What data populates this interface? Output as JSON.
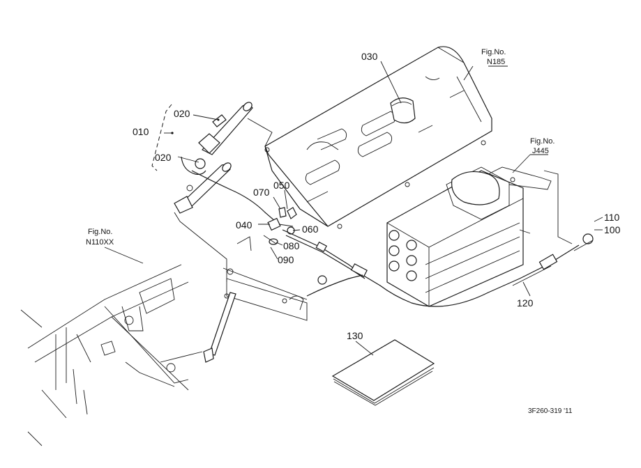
{
  "callouts": {
    "c010": "010",
    "c020a": "020",
    "c020b": "020",
    "c030": "030",
    "c040": "040",
    "c050": "050",
    "c060": "060",
    "c070": "070",
    "c080": "080",
    "c090": "090",
    "c100": "100",
    "c110": "110",
    "c120": "120",
    "c130": "130"
  },
  "figure_refs": {
    "n185": {
      "label": "Fig.No.",
      "number": "N185"
    },
    "j445": {
      "label": "Fig.No.",
      "number": "J445"
    },
    "n110xx": {
      "label": "Fig.No.",
      "number": "N110XX"
    }
  },
  "drawing_code": "3F260-319 '11"
}
